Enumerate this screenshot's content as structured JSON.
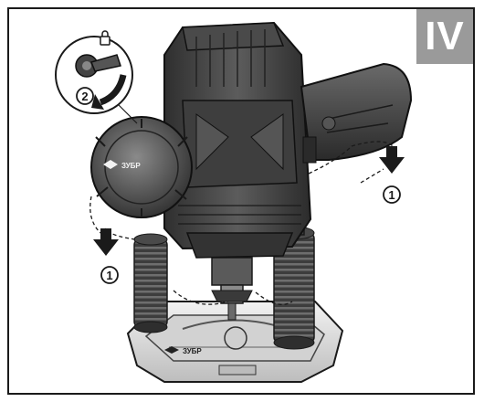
{
  "page": {
    "section_badge": "IV"
  },
  "labels": {
    "step_1": "1",
    "step_2": "2",
    "brand_motor": "ЗУБР",
    "brand_base": "ЗУБР"
  },
  "colors": {
    "frame": "#1a1a1a",
    "badge_bg": "#9a9a9a",
    "body_dark": "#3a3a3a",
    "body_mid": "#5a5a5a",
    "body_light": "#8a8a8a",
    "base_light": "#e6e6e6"
  },
  "icons": {
    "lock": "lock-icon",
    "arrow": "arrow-down-icon",
    "rotate": "rotate-arrow-icon"
  }
}
